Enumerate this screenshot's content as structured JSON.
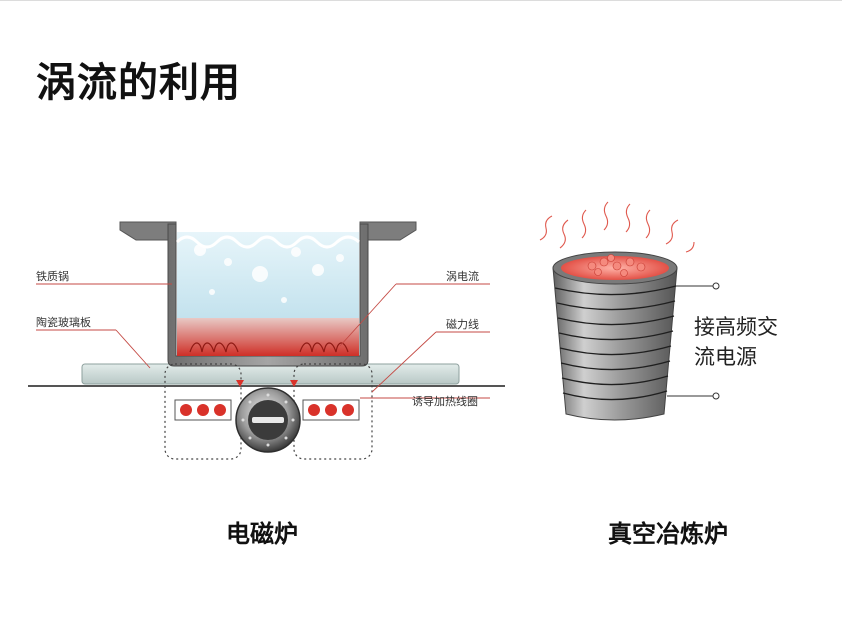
{
  "slide": {
    "title": "涡流的利用"
  },
  "induction_cooker": {
    "caption": "电磁炉",
    "labels": {
      "iron_pot": "铁质锅",
      "ceramic_plate": "陶瓷玻璃板",
      "eddy_current": "涡电流",
      "magnetic_lines": "磁力线",
      "heating_coil": "诱导加热线圈"
    }
  },
  "vacuum_furnace": {
    "caption": "真空冶炼炉",
    "source_line1": "接高频交",
    "source_line2": "流电源"
  },
  "colors": {
    "heat_red": "#d9322a",
    "steel_gray": "#8a8a8a",
    "water_blue": "#bfe2ee"
  }
}
